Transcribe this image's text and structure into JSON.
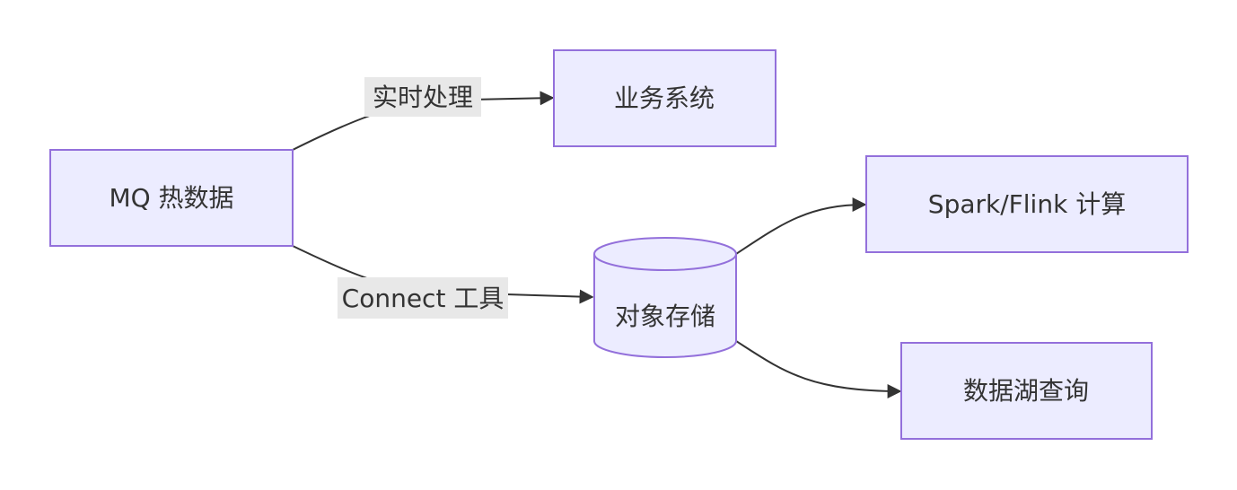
{
  "colors": {
    "node_fill": "#ececff",
    "node_stroke": "#9370db",
    "edge": "#333333",
    "label_bg": "#e8e8e8",
    "text": "#333333"
  },
  "nodes": {
    "mq": {
      "label": "MQ 热数据",
      "shape": "rectangle"
    },
    "business": {
      "label": "业务系统",
      "shape": "rectangle"
    },
    "storage": {
      "label": "对象存储",
      "shape": "cylinder"
    },
    "spark": {
      "label": "Spark/Flink 计算",
      "shape": "rectangle"
    },
    "lake": {
      "label": "数据湖查询",
      "shape": "rectangle"
    }
  },
  "edges": [
    {
      "from": "mq",
      "to": "business",
      "label": "实时处理"
    },
    {
      "from": "mq",
      "to": "storage",
      "label": "Connect 工具"
    },
    {
      "from": "storage",
      "to": "spark",
      "label": ""
    },
    {
      "from": "storage",
      "to": "lake",
      "label": ""
    }
  ]
}
